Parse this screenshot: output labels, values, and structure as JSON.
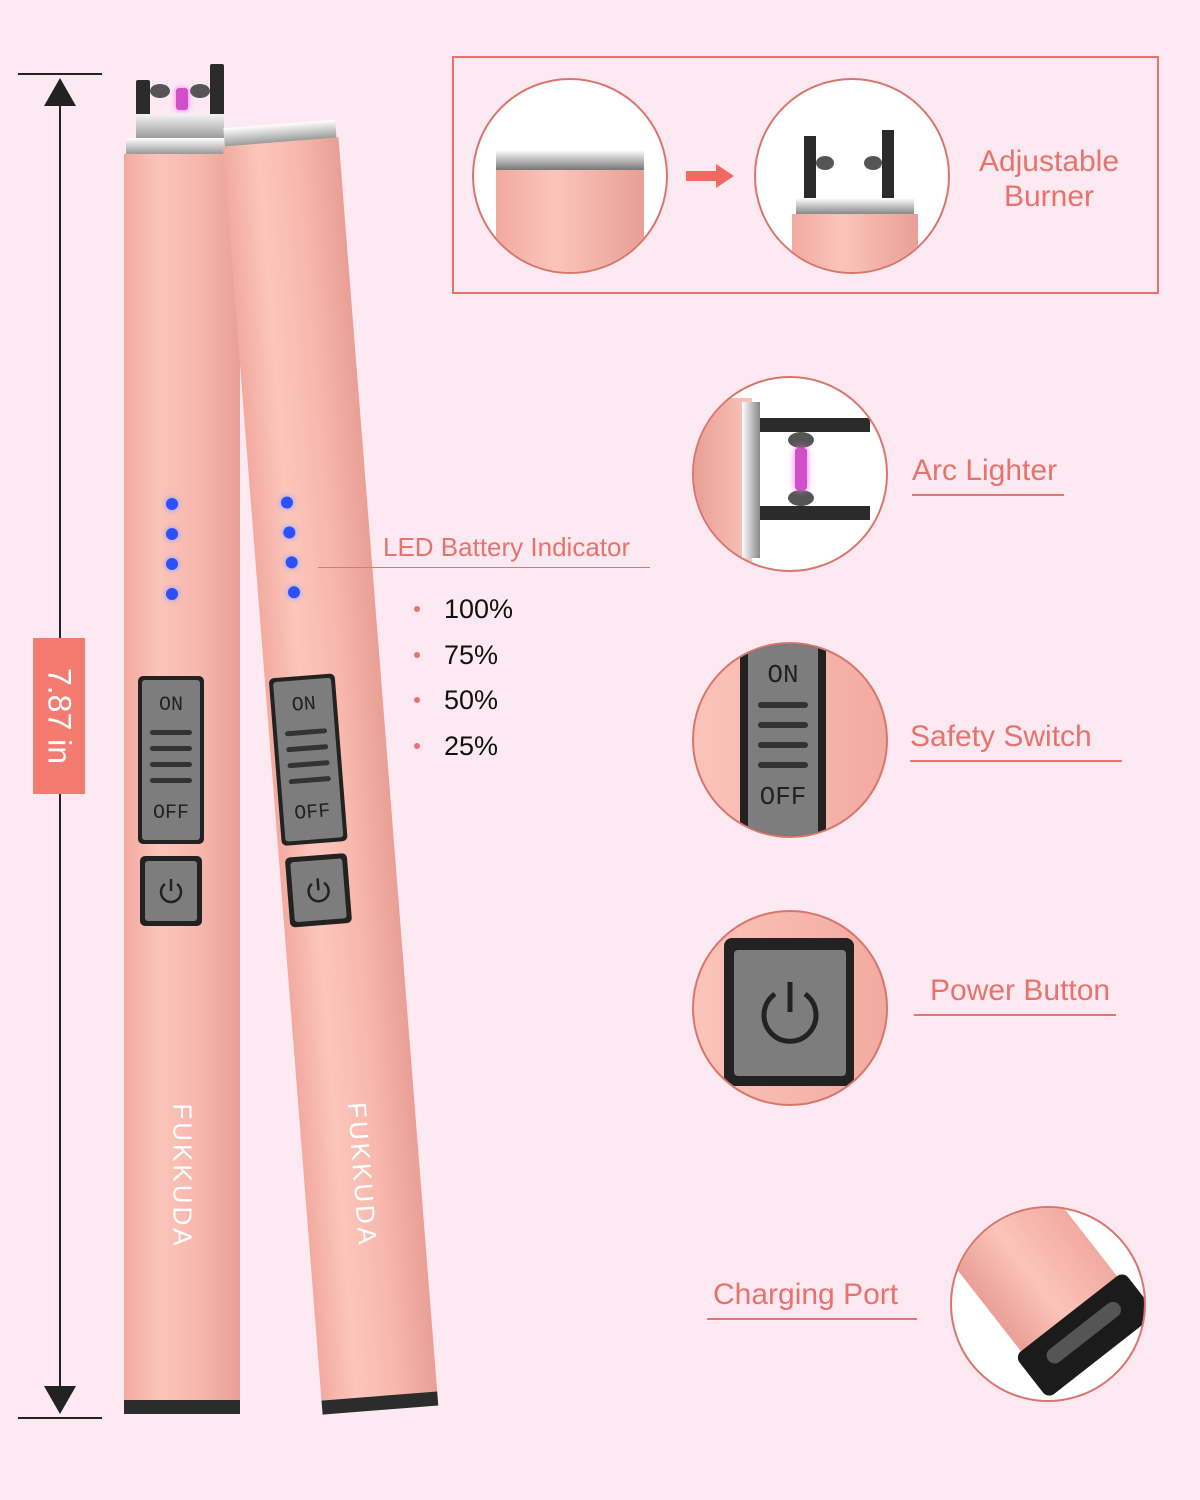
{
  "dimension": {
    "label": "7.87 in"
  },
  "brand": {
    "name": "FUKKUDA"
  },
  "switch": {
    "on_label": "ON",
    "off_label": "OFF"
  },
  "led": {
    "label": "LED Battery Indicator",
    "levels": [
      "100%",
      "75%",
      "50%",
      "25%"
    ]
  },
  "features": {
    "adjustable_burner": "Adjustable\nBurner",
    "arc_lighter": "Arc Lighter",
    "safety_switch": "Safety Switch",
    "power_button": "Power Button",
    "charging_port": "Charging Port"
  },
  "colors": {
    "background": "#fce9f1",
    "accent": "#e8736c",
    "body_pink": "#f5b4aa",
    "led_blue": "#2a50ff",
    "switch_gray": "#7d7d7d"
  },
  "icons": [
    "power-icon",
    "arrow-right-icon",
    "dimension-arrow-icon",
    "led-dot-icon",
    "usb-c-port-icon"
  ]
}
